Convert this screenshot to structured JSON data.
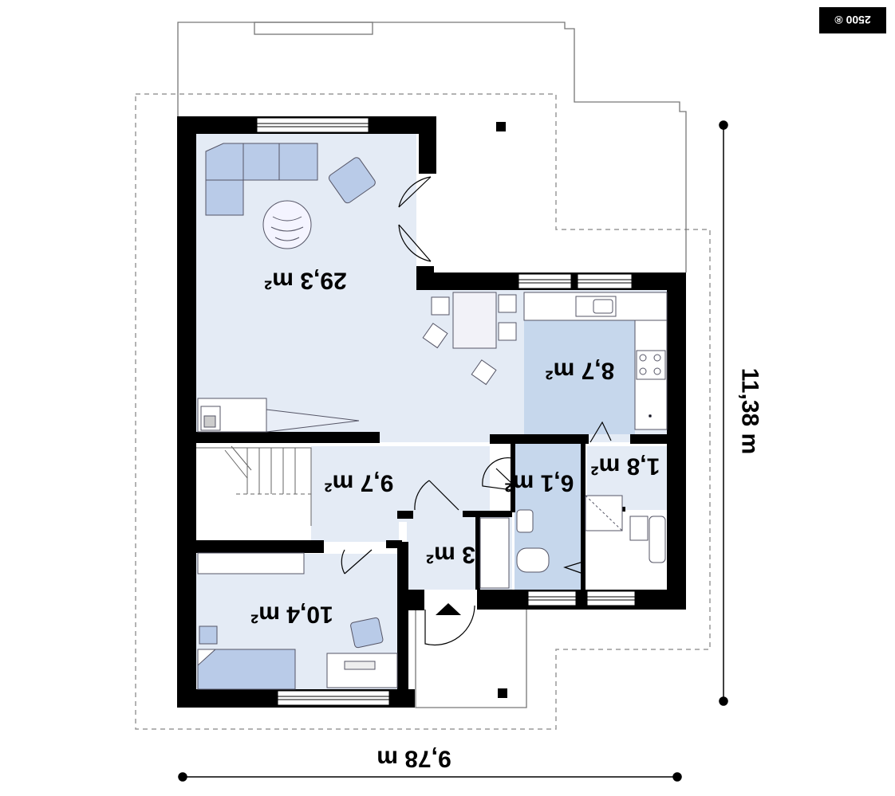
{
  "badge": {
    "text": "2500 ®"
  },
  "rooms": {
    "living": "29,3 m²",
    "kitchen": "8,7 m²",
    "hall": "9,7 m²",
    "bathroom": "6,1 m²",
    "utility": "1,8 m²",
    "vestibule": "3 m²",
    "bedroom": "10,4 m²"
  },
  "dimensions": {
    "width": "9,78 m",
    "depth": "11,38 m"
  },
  "colors": {
    "floor": "#e4ebf5",
    "wet_room": "#c6d7ec",
    "furniture": "#b9cbe8",
    "wall": "#000000"
  }
}
